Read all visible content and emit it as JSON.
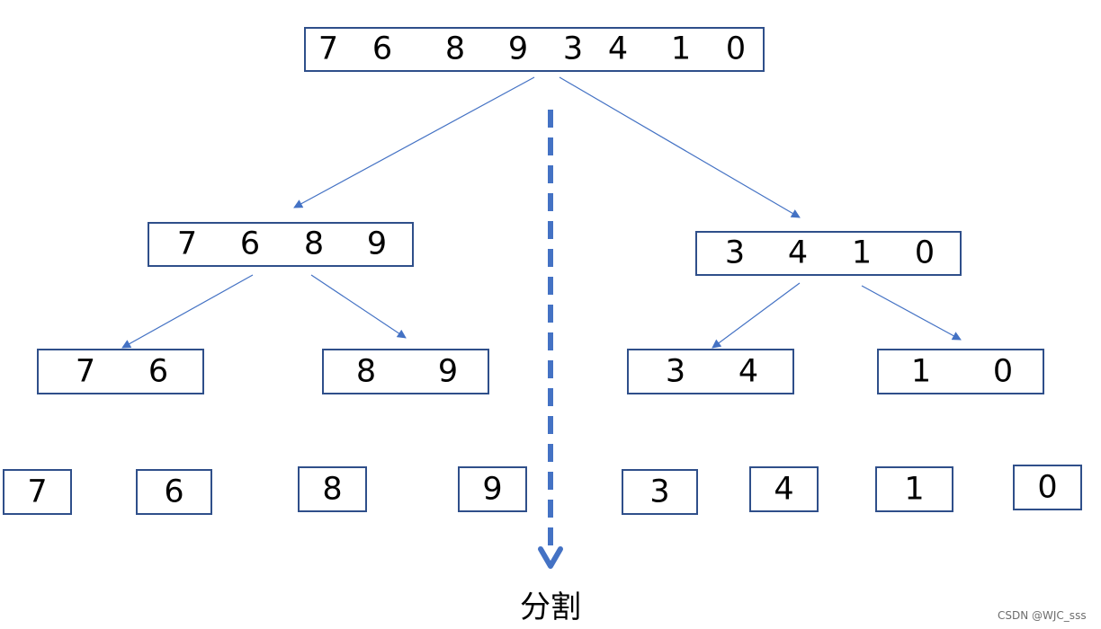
{
  "diagram": {
    "root": {
      "values": [
        "7",
        "6",
        "8",
        "9",
        "3",
        "4",
        "1",
        "0"
      ]
    },
    "level1": [
      {
        "values": [
          "7",
          "6",
          "8",
          "9"
        ]
      },
      {
        "values": [
          "3",
          "4",
          "1",
          "0"
        ]
      }
    ],
    "level2": [
      {
        "values": [
          "7",
          "6"
        ]
      },
      {
        "values": [
          "8",
          "9"
        ]
      },
      {
        "values": [
          "3",
          "4"
        ]
      },
      {
        "values": [
          "1",
          "0"
        ]
      }
    ],
    "leaves": [
      "7",
      "6",
      "8",
      "9",
      "3",
      "4",
      "1",
      "0"
    ],
    "split_label": "分割",
    "colors": {
      "box_border": "#2f4f8a",
      "arrow": "#4472c4",
      "divider": "#4472c4"
    }
  },
  "watermark": "CSDN @WJC_sss"
}
